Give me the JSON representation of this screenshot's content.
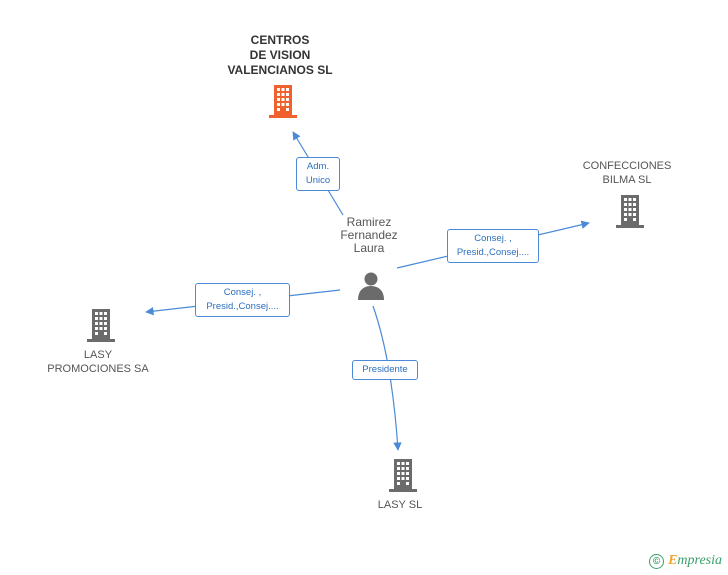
{
  "center": {
    "name": "Ramirez Fernandez Laura",
    "lines": [
      "Ramirez",
      "Fernandez",
      "Laura"
    ]
  },
  "companies": {
    "main": {
      "lines": [
        "CENTROS",
        "DE VISION",
        "VALENCIANOS SL"
      ],
      "color": "#f0612e"
    },
    "confecciones": {
      "lines": [
        "CONFECCIONES",
        "BILMA SL"
      ],
      "color": "#6b6b6b"
    },
    "lasy_promociones": {
      "lines": [
        "LASY",
        "PROMOCIONES SA"
      ],
      "color": "#6b6b6b"
    },
    "lasy_sl": {
      "lines": [
        "LASY SL"
      ],
      "color": "#6b6b6b"
    }
  },
  "relations": {
    "main": {
      "lines": [
        "Adm.",
        "Unico"
      ]
    },
    "confecciones": {
      "lines": [
        "Consej. ,",
        "Presid.,Consej...."
      ]
    },
    "lasy_promociones": {
      "lines": [
        "Consej. ,",
        "Presid.,Consej...."
      ]
    },
    "lasy_sl": {
      "lines": [
        "Presidente"
      ]
    }
  },
  "colors": {
    "edge": "#4a8ad6",
    "person": "#6b6b6b"
  },
  "footer": {
    "copyright": "©",
    "brand_e": "E",
    "brand_rest": "mpresia"
  }
}
